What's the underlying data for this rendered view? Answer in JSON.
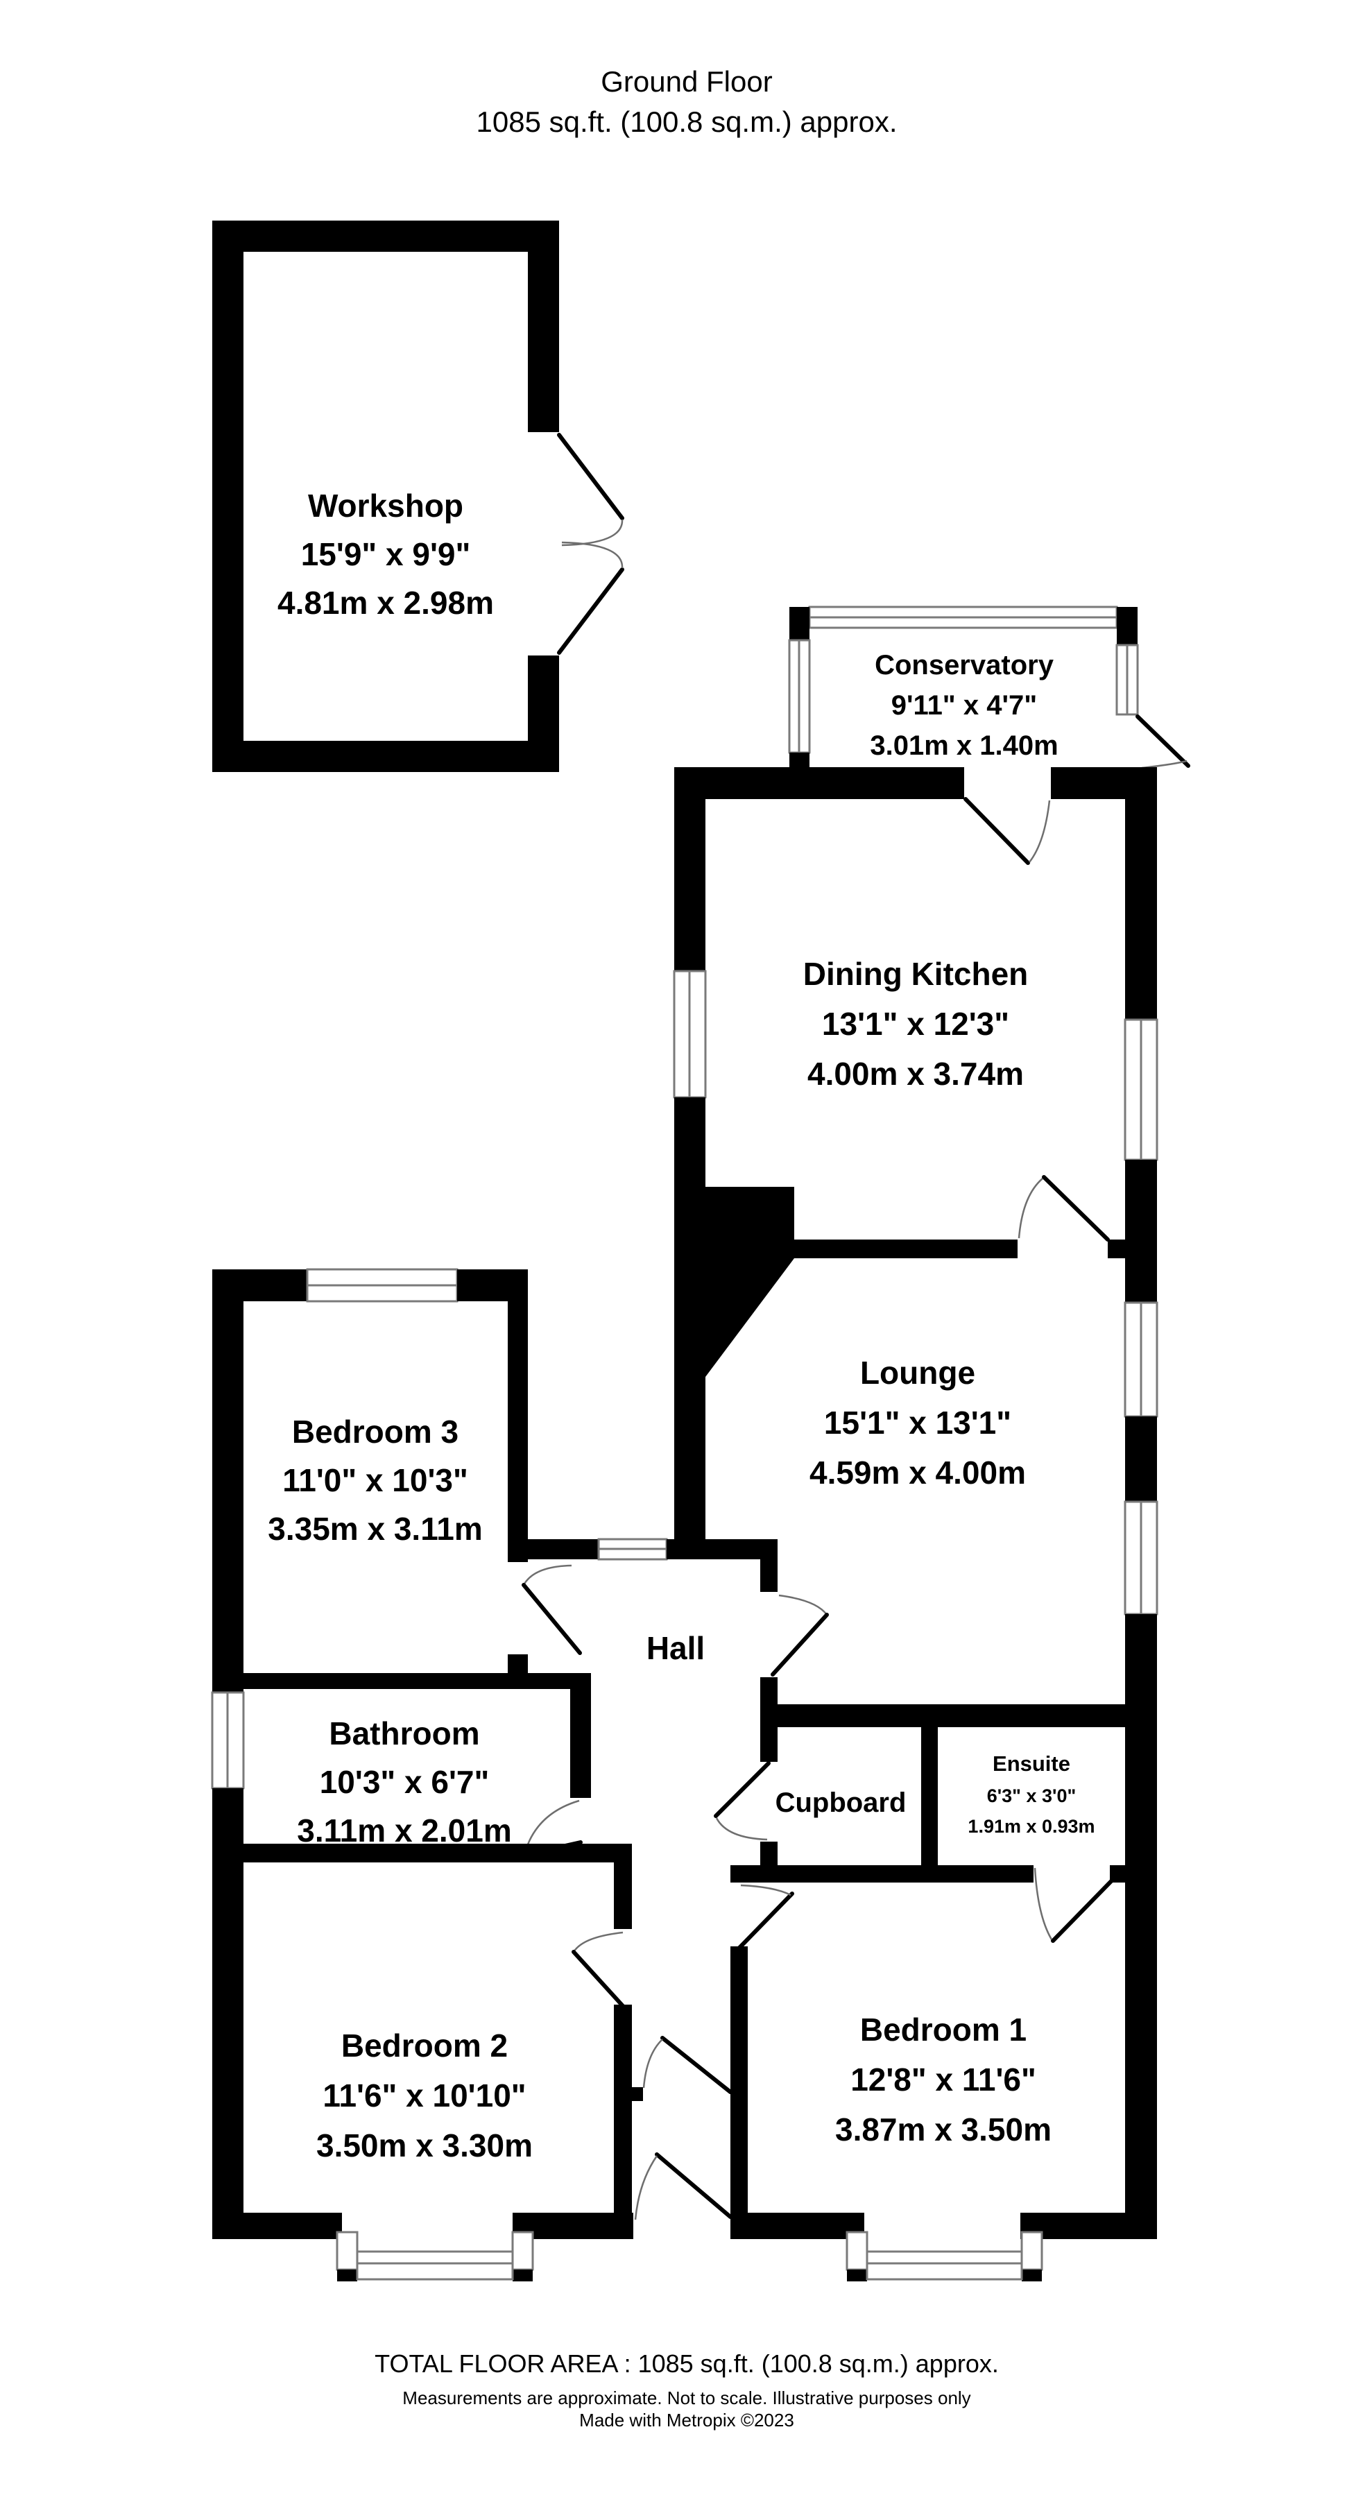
{
  "title": {
    "line1": "Ground Floor",
    "line2": "1085 sq.ft. (100.8 sq.m.) approx."
  },
  "rooms": [
    {
      "id": "workshop",
      "name": "Workshop",
      "imperial": "15'9\"  x 9'9\"",
      "metric": "4.81m  x 2.98m"
    },
    {
      "id": "conservatory",
      "name": "Conservatory",
      "imperial": "9'11\"  x 4'7\"",
      "metric": "3.01m  x 1.40m"
    },
    {
      "id": "dining-kitchen",
      "name": "Dining Kitchen",
      "imperial": "13'1\"  x 12'3\"",
      "metric": "4.00m  x 3.74m"
    },
    {
      "id": "lounge",
      "name": "Lounge",
      "imperial": "15'1\"  x 13'1\"",
      "metric": "4.59m  x 4.00m"
    },
    {
      "id": "bedroom-3",
      "name": "Bedroom 3",
      "imperial": "11'0\"  x 10'3\"",
      "metric": "3.35m  x 3.11m"
    },
    {
      "id": "hall",
      "name": "Hall"
    },
    {
      "id": "bathroom",
      "name": "Bathroom",
      "imperial": "10'3\"  x 6'7\"",
      "metric": "3.11m  x 2.01m"
    },
    {
      "id": "cupboard",
      "name": "Cupboard"
    },
    {
      "id": "ensuite",
      "name": "Ensuite",
      "imperial": "6'3\"  x 3'0\"",
      "metric": "1.91m  x 0.93m"
    },
    {
      "id": "bedroom-2",
      "name": "Bedroom 2",
      "imperial": "11'6\"  x 10'10\"",
      "metric": "3.50m  x 3.30m"
    },
    {
      "id": "bedroom-1",
      "name": "Bedroom 1",
      "imperial": "12'8\"  x 11'6\"",
      "metric": "3.87m  x 3.50m"
    }
  ],
  "footer": {
    "line1": "TOTAL FLOOR AREA : 1085 sq.ft. (100.8 sq.m.) approx.",
    "line2": "Measurements are approximate.  Not to scale.  Illustrative purposes only",
    "line3": "Made with Metropix ©2023"
  },
  "colors": {
    "wall": "#000000",
    "window_line": "#7a7a7a",
    "door_arc": "#6e6e6e",
    "background": "#ffffff"
  }
}
